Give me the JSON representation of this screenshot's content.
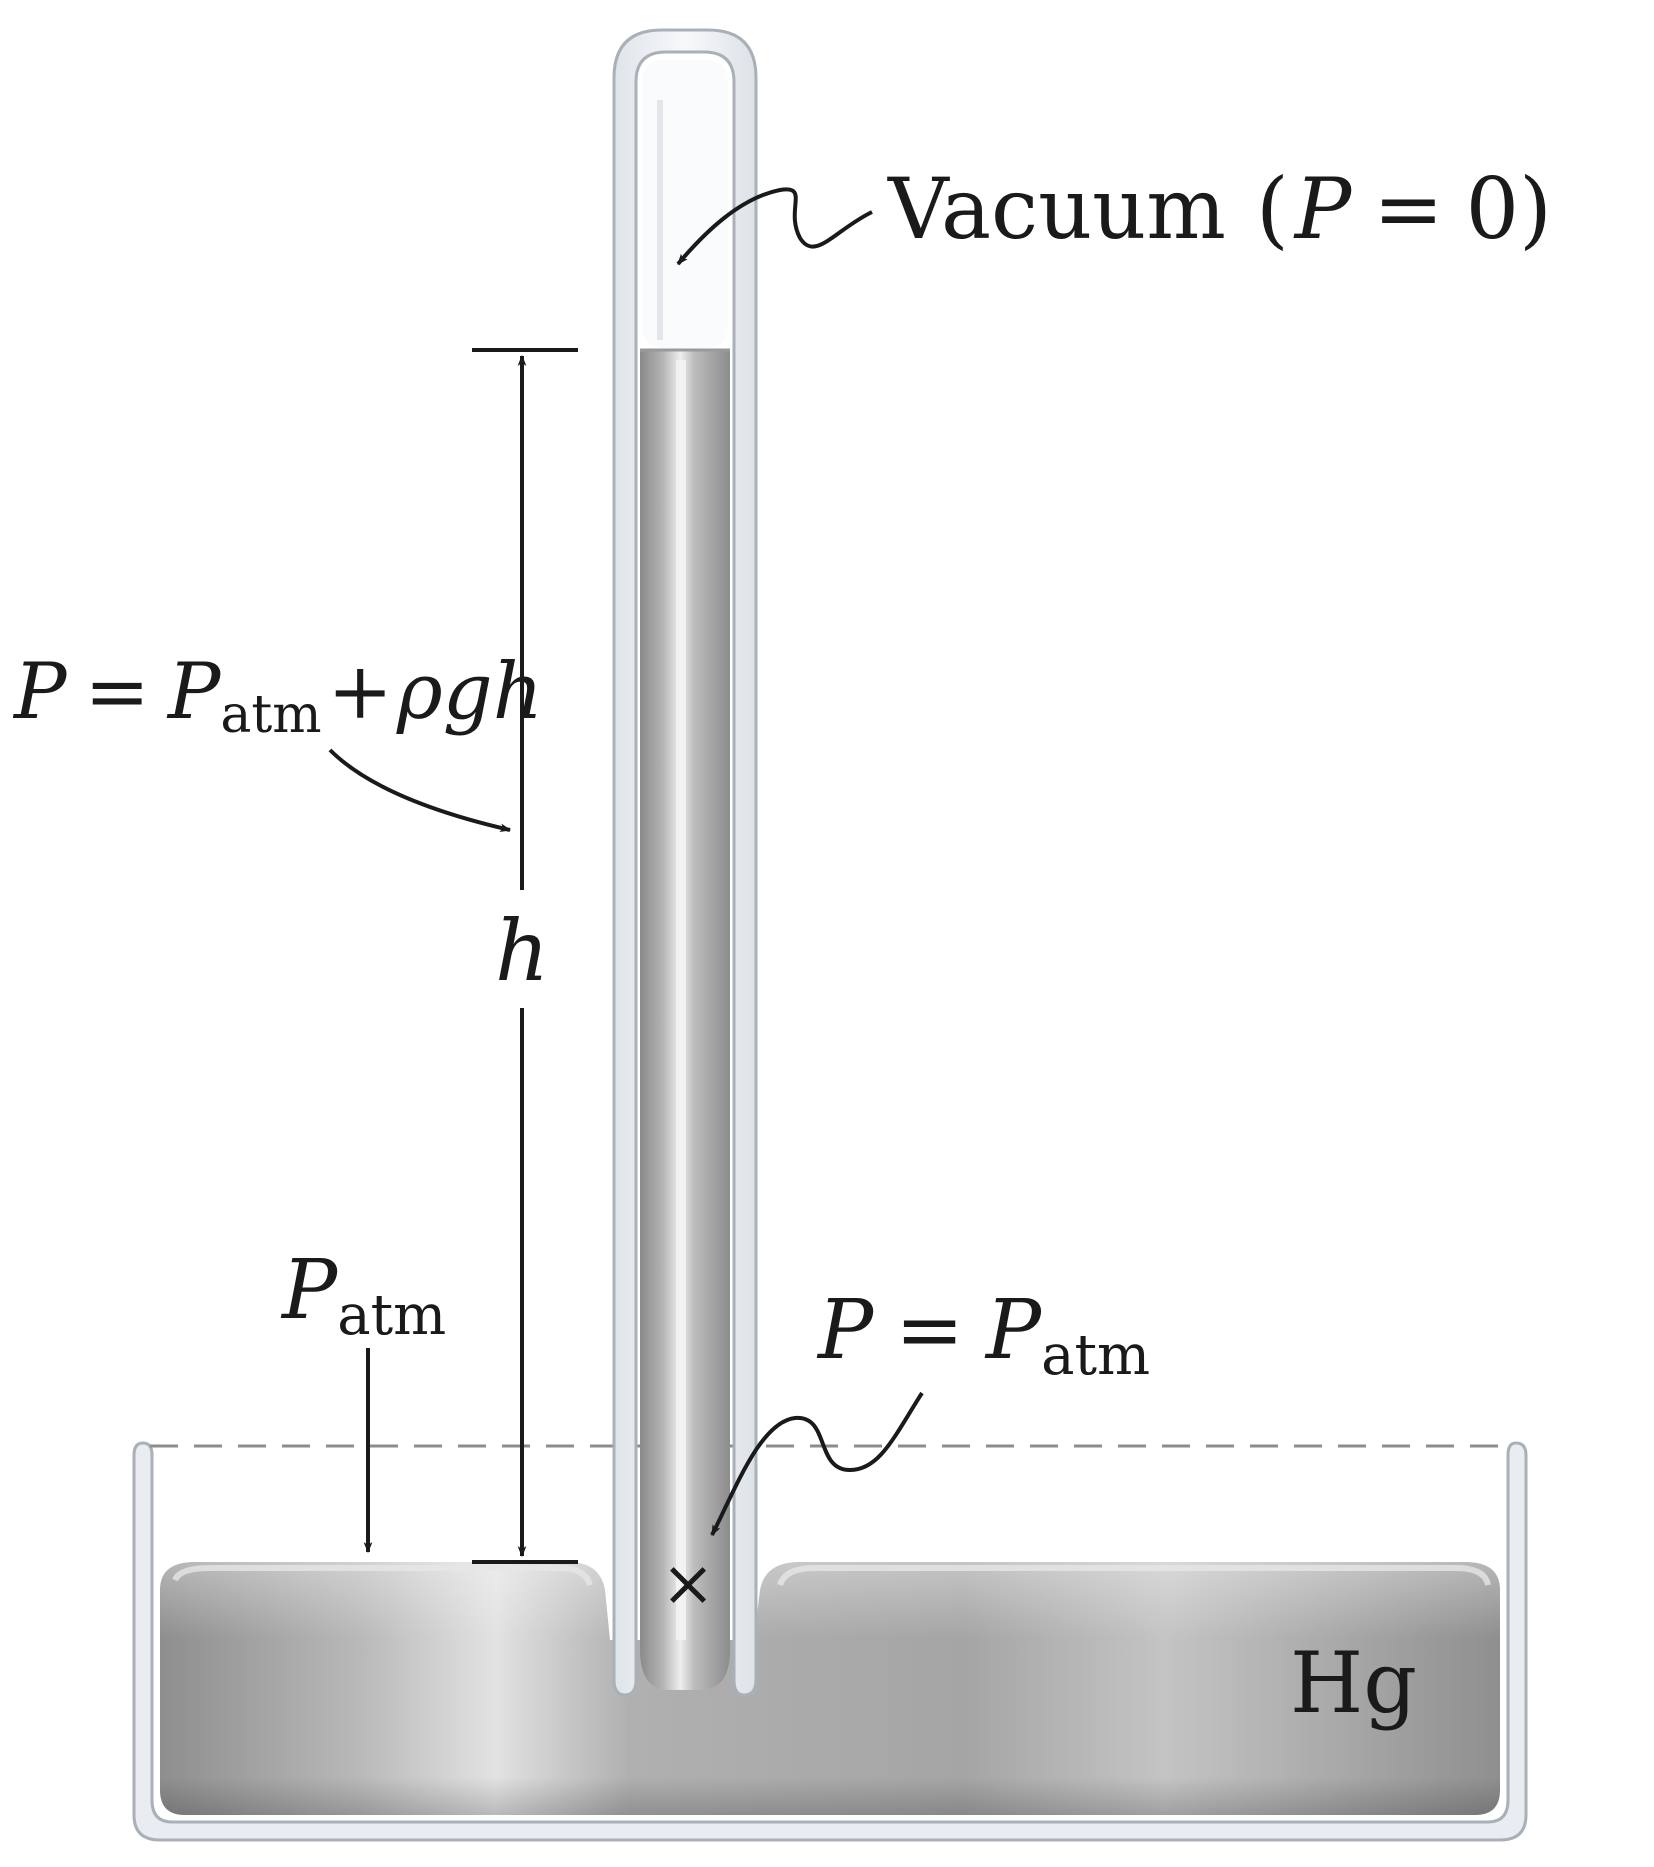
{
  "labels": {
    "vacuum_word": "Vacuum",
    "vacuum_open": "(",
    "vacuum_var": "P",
    "vacuum_eq": "=",
    "vacuum_val": "0",
    "vacuum_close": ")",
    "column_p": "P",
    "column_eq": "=",
    "column_patm_p": "P",
    "column_patm_sub": "atm",
    "column_plus": "+",
    "column_rhogh": "ρgh",
    "height": "h",
    "surface_p": "P",
    "surface_sub": "atm",
    "base_p": "P",
    "base_eq": "=",
    "base_patm_p": "P",
    "base_patm_sub": "atm",
    "base_point": "×",
    "liquid": "Hg"
  },
  "colors": {
    "glass_outline": "#a9b0b8",
    "mercury": "#a8a8a8",
    "mercury_highlight": "#e8e8e8",
    "ink": "#1a1a1a",
    "dashed_line": "#8c8c8c"
  }
}
